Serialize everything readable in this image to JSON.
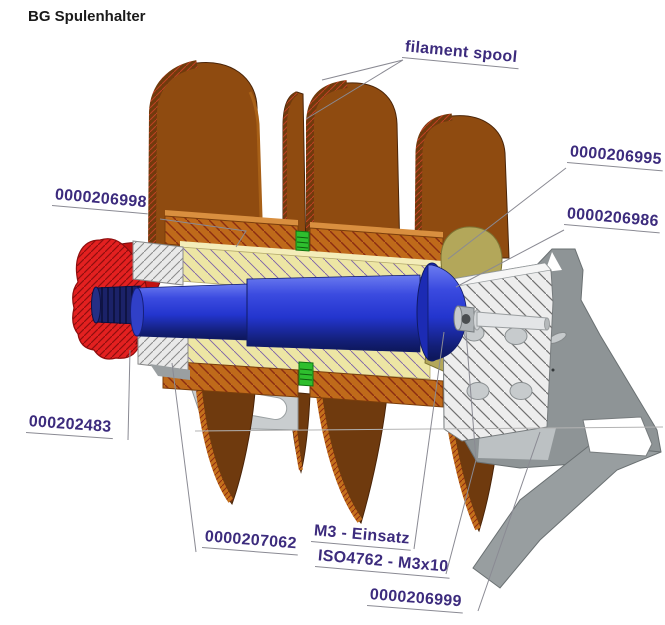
{
  "title": "BG Spulenhalter",
  "annotations": {
    "filament_spool": "filament spool",
    "part_206998": "0000206998",
    "part_206995": "0000206995",
    "part_206986": "0000206986",
    "part_202483": "000202483",
    "part_207062": "0000207062",
    "m3_insert": "M3 - Einsatz",
    "iso_screw": "ISO4762 - M3x10",
    "part_206999": "0000206999"
  },
  "colors": {
    "title_text": "#1A1A1A",
    "label_text": "#3C2B7D",
    "leader_line": "#8A8A93",
    "spool_flange_brown": "#8F4B10",
    "spool_flange_dark": "#6F3A0E",
    "spool_hub_orange": "#BF6A1A",
    "sleeve_yellow": "#EDE6A4",
    "shaft_blue": "#2335CE",
    "knob_red": "#E32020",
    "insert_green": "#2EBE2E",
    "washer_olive": "#B3A75A",
    "bracket_gray": "#8E9496",
    "block_gray": "#EDEDED",
    "clamp_gray": "#E9E9E9"
  }
}
